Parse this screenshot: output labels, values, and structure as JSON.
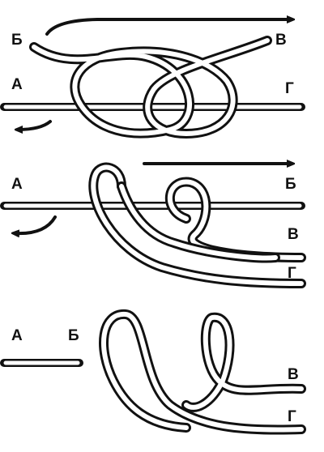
{
  "labels": {
    "top": {
      "a": "А",
      "b": "Б",
      "v": "В",
      "g": "Г"
    },
    "middle": {
      "a": "А",
      "b": "Б",
      "v": "В",
      "g": "Г"
    },
    "bottom": {
      "a": "А",
      "b": "Б",
      "v": "В",
      "g": "Г"
    }
  },
  "colors": {
    "ink": "#111111",
    "paper": "#ffffff"
  }
}
